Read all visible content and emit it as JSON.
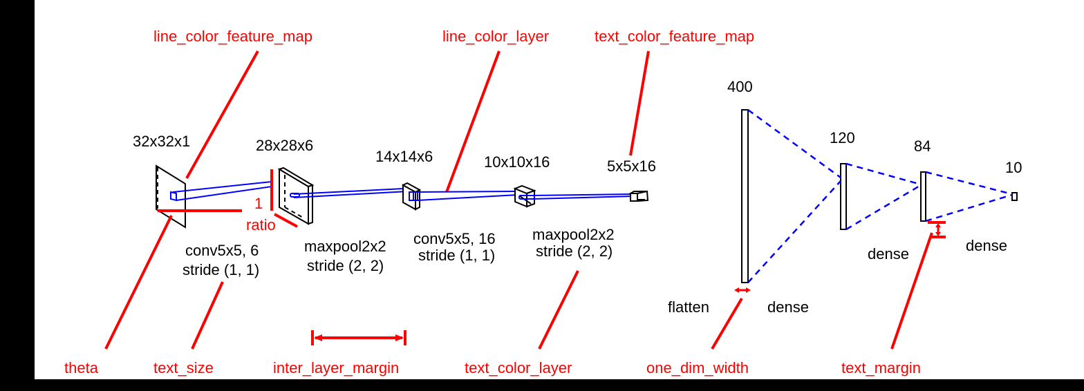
{
  "colors": {
    "annotation": "#ff0000",
    "connection": "#0000ff",
    "layer": "#000000",
    "border": "#000000",
    "background": "#ffffff"
  },
  "layers": [
    {
      "shape": "32x32x1",
      "op": [
        "conv5x5, 6",
        "stride (1, 1)"
      ]
    },
    {
      "shape": "28x28x6",
      "op": [
        "maxpool2x2",
        "stride (2, 2)"
      ]
    },
    {
      "shape": "14x14x6",
      "op": [
        "conv5x5, 16",
        "stride (1, 1)"
      ]
    },
    {
      "shape": "10x10x16",
      "op": [
        "maxpool2x2",
        "stride (2, 2)"
      ]
    },
    {
      "shape": "5x5x16",
      "op": [
        "flatten"
      ]
    },
    {
      "shape": "400",
      "op": [
        "dense"
      ]
    },
    {
      "shape": "120",
      "op": [
        "dense"
      ]
    },
    {
      "shape": "84",
      "op": [
        "dense"
      ]
    },
    {
      "shape": "10",
      "op": []
    }
  ],
  "annotations": {
    "top": [
      "line_color_feature_map",
      "line_color_layer",
      "text_color_feature_map"
    ],
    "bottom": [
      "theta",
      "text_size",
      "inter_layer_margin",
      "text_color_layer",
      "one_dim_width",
      "text_margin"
    ],
    "inline": {
      "ratio_value": "1",
      "ratio_label": "ratio"
    }
  }
}
